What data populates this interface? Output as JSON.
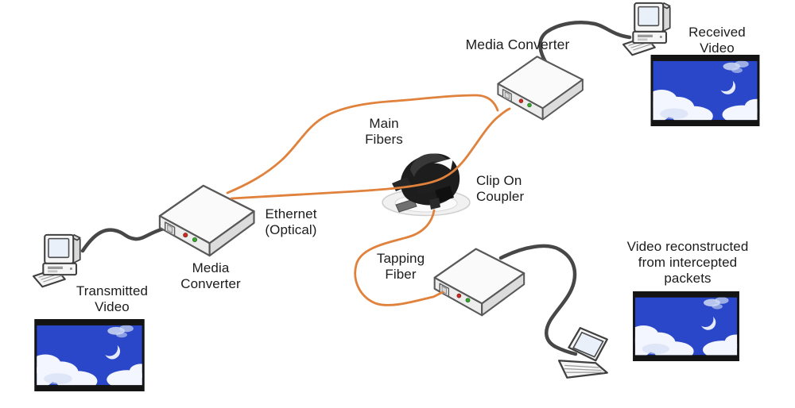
{
  "labels": {
    "media_converter_top": "Media Converter",
    "received_video": "Received\nVideo",
    "main_fibers": "Main\nFibers",
    "clip_on_coupler": "Clip On\nCoupler",
    "ethernet_optical": "Ethernet\n(Optical)",
    "media_converter_left": "Media\nConverter",
    "transmitted_video": "Transmitted\nVideo",
    "tapping_fiber": "Tapping\nFiber",
    "video_reconstructed": "Video reconstructed\nfrom intercepted\npackets"
  },
  "colors": {
    "fiber_orange": "#e0813c",
    "cable_gray": "#474747",
    "led_red": "#cc2a1e",
    "led_green": "#3aa52e",
    "video_sky_blue": "#2a47c9",
    "letterbox_black": "#141414",
    "text_black": "#1c1c1c",
    "background": "#ffffff"
  },
  "nodes": [
    {
      "id": "transmitting-pc",
      "kind": "desktop-computer"
    },
    {
      "id": "media-converter-left",
      "kind": "media-converter"
    },
    {
      "id": "clip-on-coupler",
      "kind": "fiber-tap-coupler"
    },
    {
      "id": "media-converter-top",
      "kind": "media-converter"
    },
    {
      "id": "receiving-pc",
      "kind": "desktop-computer"
    },
    {
      "id": "media-converter-tap",
      "kind": "media-converter"
    },
    {
      "id": "interception-laptop",
      "kind": "laptop"
    },
    {
      "id": "video-transmitted",
      "kind": "video-still"
    },
    {
      "id": "video-received",
      "kind": "video-still"
    },
    {
      "id": "video-reconstructed",
      "kind": "video-still"
    }
  ],
  "connections": [
    {
      "from": "transmitting-pc",
      "to": "media-converter-left",
      "medium": "ethernet-cable"
    },
    {
      "from": "media-converter-left",
      "to": "media-converter-top",
      "medium": "optical-fiber",
      "label": "main_fibers"
    },
    {
      "from": "media-converter-left",
      "to": "clip-on-coupler",
      "medium": "optical-fiber",
      "label": "main_fibers"
    },
    {
      "from": "clip-on-coupler",
      "to": "media-converter-top",
      "medium": "optical-fiber"
    },
    {
      "from": "clip-on-coupler",
      "to": "media-converter-tap",
      "medium": "optical-fiber",
      "label": "tapping_fiber"
    },
    {
      "from": "media-converter-top",
      "to": "receiving-pc",
      "medium": "ethernet-cable"
    },
    {
      "from": "media-converter-tap",
      "to": "interception-laptop",
      "medium": "ethernet-cable"
    }
  ]
}
